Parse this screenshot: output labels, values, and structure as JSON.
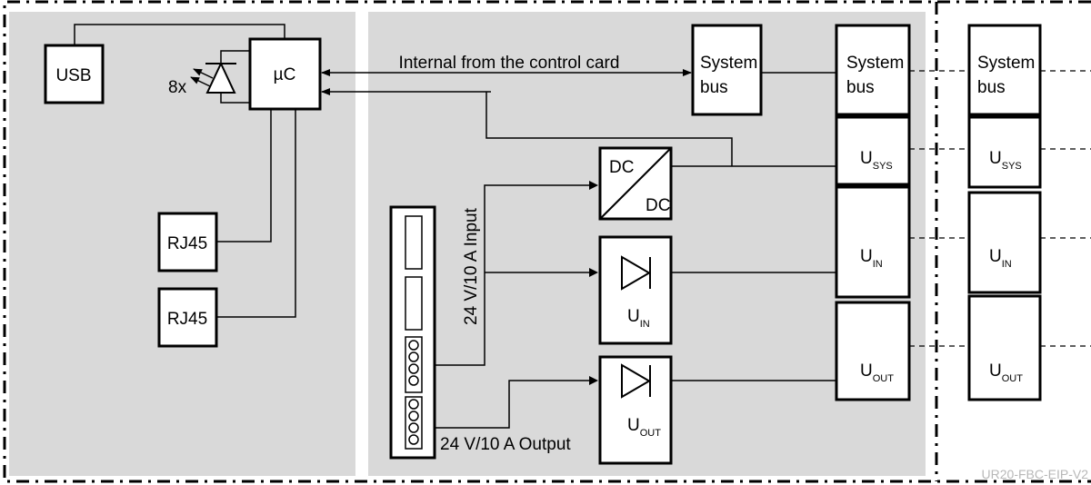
{
  "labels": {
    "usb": "USB",
    "uc": "µC",
    "led_count": "8x",
    "rj45_1": "RJ45",
    "rj45_2": "RJ45",
    "internal": "Internal from the control card",
    "system": "System",
    "bus": "bus",
    "dc_top": "DC",
    "dc_bottom": "DC",
    "input_label": "24 V/10 A Input",
    "output_label": "24 V/10 A Output",
    "u": "U",
    "sub_sys": "SYS",
    "sub_in": "IN",
    "sub_out": "OUT",
    "watermark": "UR20-FBC-EIP-V2"
  },
  "colors": {
    "panel": "#d9d9d9",
    "line": "#000000",
    "watermark": "#b8b8b8"
  },
  "icons": [
    "led-icon",
    "diode-icon",
    "dc-dc-converter-icon",
    "connector-terminal-icon"
  ]
}
